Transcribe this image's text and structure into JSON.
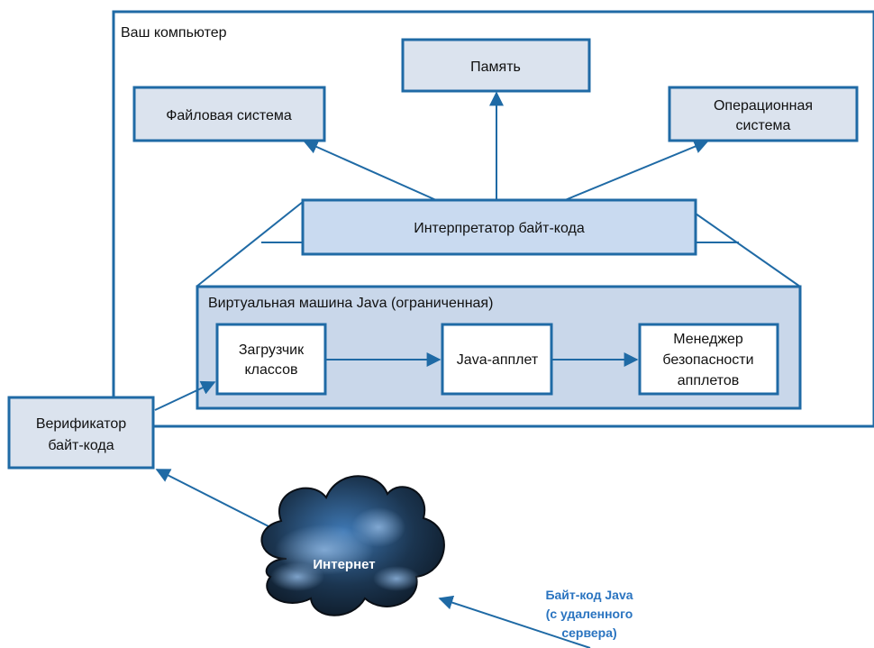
{
  "computer": {
    "label": "Ваш компьютер"
  },
  "nodes": {
    "memory": "Память",
    "filesystem": "Файловая система",
    "os": [
      "Операционная",
      "система"
    ],
    "interpreter": "Интерпретатор байт-кода",
    "jvm": "Виртуальная машина Java (ограниченная)",
    "classloader": [
      "Загрузчик",
      "классов"
    ],
    "applet": "Java-апплет",
    "secmanager": [
      "Менеджер",
      "безопасности",
      "апплетов"
    ],
    "verifier": [
      "Верификатор",
      "байт-кода"
    ],
    "internet": "Интернет"
  },
  "source_label": [
    "Байт-код Java",
    "(с удаленного",
    "сервера)"
  ],
  "colors": {
    "accent": "#1f6aa5",
    "box_fill": "#dbe3ee",
    "jvm_fill": "#c9d7ea",
    "interpreter_fill": "#c9daf0",
    "source_text": "#2a74c0"
  }
}
